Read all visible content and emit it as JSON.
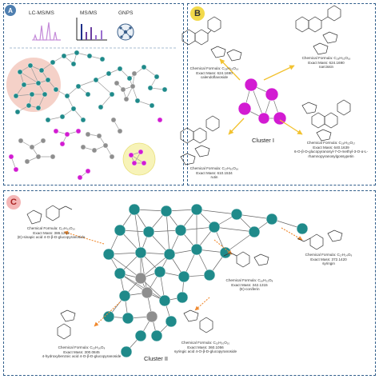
{
  "panel_a": {
    "badge": "A",
    "methods": [
      "LC-MS/MS",
      "MS/MS",
      "GNPS"
    ]
  },
  "panel_b": {
    "badge": "B",
    "cluster_label": "Cluster I",
    "compounds": [
      {
        "formula": "Chemical Formula: C₂₈H₃₂O₁₆",
        "mass": "Exact Mass: 624.1690",
        "name": "calendoflavoside"
      },
      {
        "formula": "Chemical Formula: C₂₈H₃₂O₁₆",
        "mass": "Exact Mass: 624.1690",
        "name": "narcissin"
      },
      {
        "formula": "Chemical Formula: C₂₇H₃₀O₁₆",
        "mass": "Exact Mass: 610.1534",
        "name": "rutin"
      },
      {
        "formula": "Chemical Formula: C₂₈H₃₂O₁₇",
        "mass": "Exact Mass: 640.1639",
        "name1": "6-O-β-D-glucopyranosyl-7-O-methyl-3-O-α-L-",
        "name2": "rhamnopyranosylgossypetin"
      }
    ]
  },
  "panel_c": {
    "badge": "C",
    "cluster_label": "Cluster II",
    "compounds": [
      {
        "formula": "Chemical Formula: C₁₇H₂₂O₁₀",
        "mass": "Exact Mass: 386.1213",
        "name": "(E)-sinapic acid 4-O-β-D-glucopyranoside"
      },
      {
        "formula": "Chemical Formula: C₁₆H₂₂O₈",
        "mass": "Exact Mass: 342.1315",
        "name": "(E)-coniferin"
      },
      {
        "formula": "Chemical Formula: C₁₇H₂₄O₉",
        "mass": "Exact Mass: 372.1420",
        "name": "syringin"
      },
      {
        "formula": "Chemical Formula: C₁₅H₂₀O₁₀",
        "mass": "Exact Mass: 360.1056",
        "name": "syringic acid 4-O-β-D-glucopyranoside"
      },
      {
        "formula": "Chemical Formula: C₁₃H₁₆O₈",
        "mass": "Exact Mass: 300.0845",
        "name": "4-hydroxybenzoic acid 4-O-β-D-glucopyranoside"
      }
    ]
  },
  "colors": {
    "teal": "#1f8a8a",
    "magenta": "#d21bd2",
    "grey": "#8e8e8e",
    "panel_border": "#2f5d8a",
    "badge_a": "#4f7fb0",
    "badge_b": "#f2d94a",
    "badge_c": "#f4b6b6",
    "arrow_orange": "#f08a30",
    "arrow_yellow": "#f2c230",
    "highlight_red": "#f2c1b5",
    "highlight_yellow": "#f7f3b8"
  }
}
